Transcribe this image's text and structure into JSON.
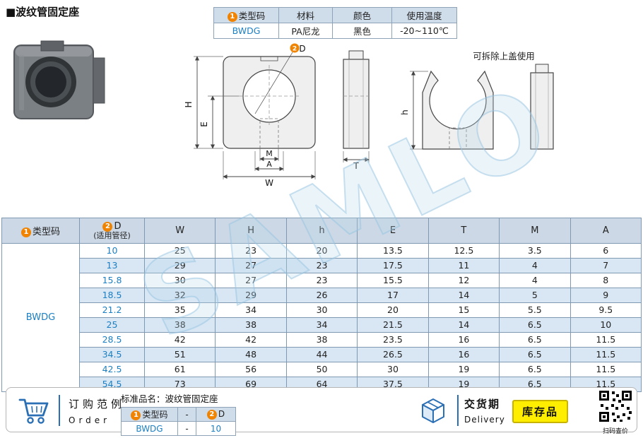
{
  "page": {
    "title": "■波纹管固定座"
  },
  "spec_table": {
    "headers": [
      {
        "badge": "1",
        "label": "类型码"
      },
      {
        "label": "材料"
      },
      {
        "label": "颜色"
      },
      {
        "label": "使用温度"
      }
    ],
    "values": [
      "BWDG",
      "PA尼龙",
      "黑色",
      "-20~110℃"
    ]
  },
  "drawing": {
    "d_badge": "2",
    "d_label": "D",
    "dim_H": "H",
    "dim_E": "E",
    "dim_M": "M",
    "dim_A": "A",
    "dim_W": "W",
    "dim_T": "T",
    "dim_h": "h",
    "note": "可拆除上盖使用"
  },
  "watermark": {
    "text": "SAMLO"
  },
  "main_table": {
    "col_headers": {
      "type_badge": "1",
      "type_label": "类型码",
      "d_badge": "2",
      "d_label": "D",
      "d_sub": "(适用管径)",
      "dims": [
        "W",
        "H",
        "h",
        "E",
        "T",
        "M",
        "A"
      ]
    },
    "type_code": "BWDG",
    "rows": [
      {
        "d": "10",
        "vals": [
          "25",
          "23",
          "20",
          "13.5",
          "12.5",
          "3.5",
          "6"
        ]
      },
      {
        "d": "13",
        "vals": [
          "29",
          "27",
          "23",
          "17.5",
          "11",
          "4",
          "7"
        ]
      },
      {
        "d": "15.8",
        "vals": [
          "30",
          "27",
          "23",
          "15.5",
          "12",
          "4",
          "8"
        ]
      },
      {
        "d": "18.5",
        "vals": [
          "32",
          "29",
          "26",
          "17",
          "14",
          "5",
          "9"
        ]
      },
      {
        "d": "21.2",
        "vals": [
          "35",
          "34",
          "30",
          "20",
          "15",
          "5.5",
          "9.5"
        ]
      },
      {
        "d": "25",
        "vals": [
          "38",
          "38",
          "34",
          "21.5",
          "14",
          "6.5",
          "10"
        ]
      },
      {
        "d": "28.5",
        "vals": [
          "42",
          "42",
          "38",
          "23.5",
          "16",
          "6.5",
          "11.5"
        ]
      },
      {
        "d": "34.5",
        "vals": [
          "51",
          "48",
          "44",
          "26.5",
          "16",
          "6.5",
          "11.5"
        ]
      },
      {
        "d": "42.5",
        "vals": [
          "61",
          "56",
          "50",
          "30",
          "19",
          "6.5",
          "11.5"
        ]
      },
      {
        "d": "54.5",
        "vals": [
          "73",
          "69",
          "64",
          "37.5",
          "19",
          "6.5",
          "11.5"
        ]
      }
    ]
  },
  "footer": {
    "order_cn": "订购范例",
    "order_en": "Order",
    "standard_name_label": "标准品名：波纹管固定座",
    "mini_table": {
      "h1_badge": "1",
      "h1": "类型码",
      "h2_badge": "2",
      "h2": "D",
      "sep": "-",
      "v1": "BWDG",
      "v2": "10"
    },
    "delivery_cn": "交货期",
    "delivery_en": "Delivery",
    "stock_badge": "库存品",
    "qr_caption": "扫码查价"
  }
}
